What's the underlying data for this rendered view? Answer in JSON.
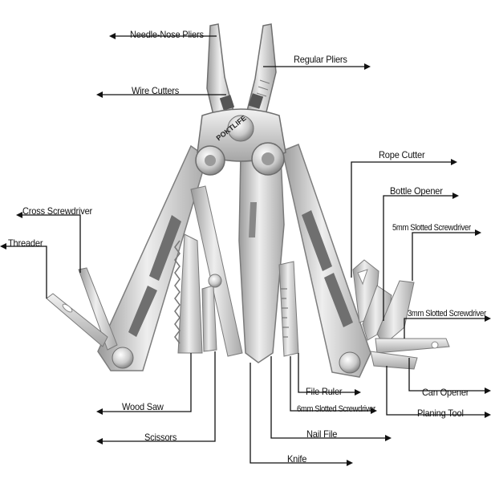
{
  "brand_text": "POKTLIFE",
  "labels": {
    "needle_nose_pliers": "Needle-Nose Pliers",
    "regular_pliers": "Regular Pliers",
    "wire_cutters": "Wire Cutters",
    "rope_cutter": "Rope Cutter",
    "bottle_opener": "Bottle Opener",
    "slotted_5mm": "5mm Slotted Screwdriver",
    "slotted_3mm": "3mm Slotted Screwdriver",
    "cross_screwdriver": "Cross Screwdriver",
    "threader": "Threader",
    "can_opener": "Can Opener",
    "file_ruler": "File Ruler",
    "slotted_6mm": "6mm Slotted Screwdriver",
    "planing_tool": "Planing Tool",
    "wood_saw": "Wood Saw",
    "scissors": "Scissors",
    "nail_file": "Nail File",
    "knife": "Knife"
  },
  "colors": {
    "steel_light": "#e6e6e6",
    "steel_mid": "#bdbdbd",
    "steel_dark": "#8e8e8e",
    "leader_line": "#111111",
    "background": "#ffffff"
  }
}
